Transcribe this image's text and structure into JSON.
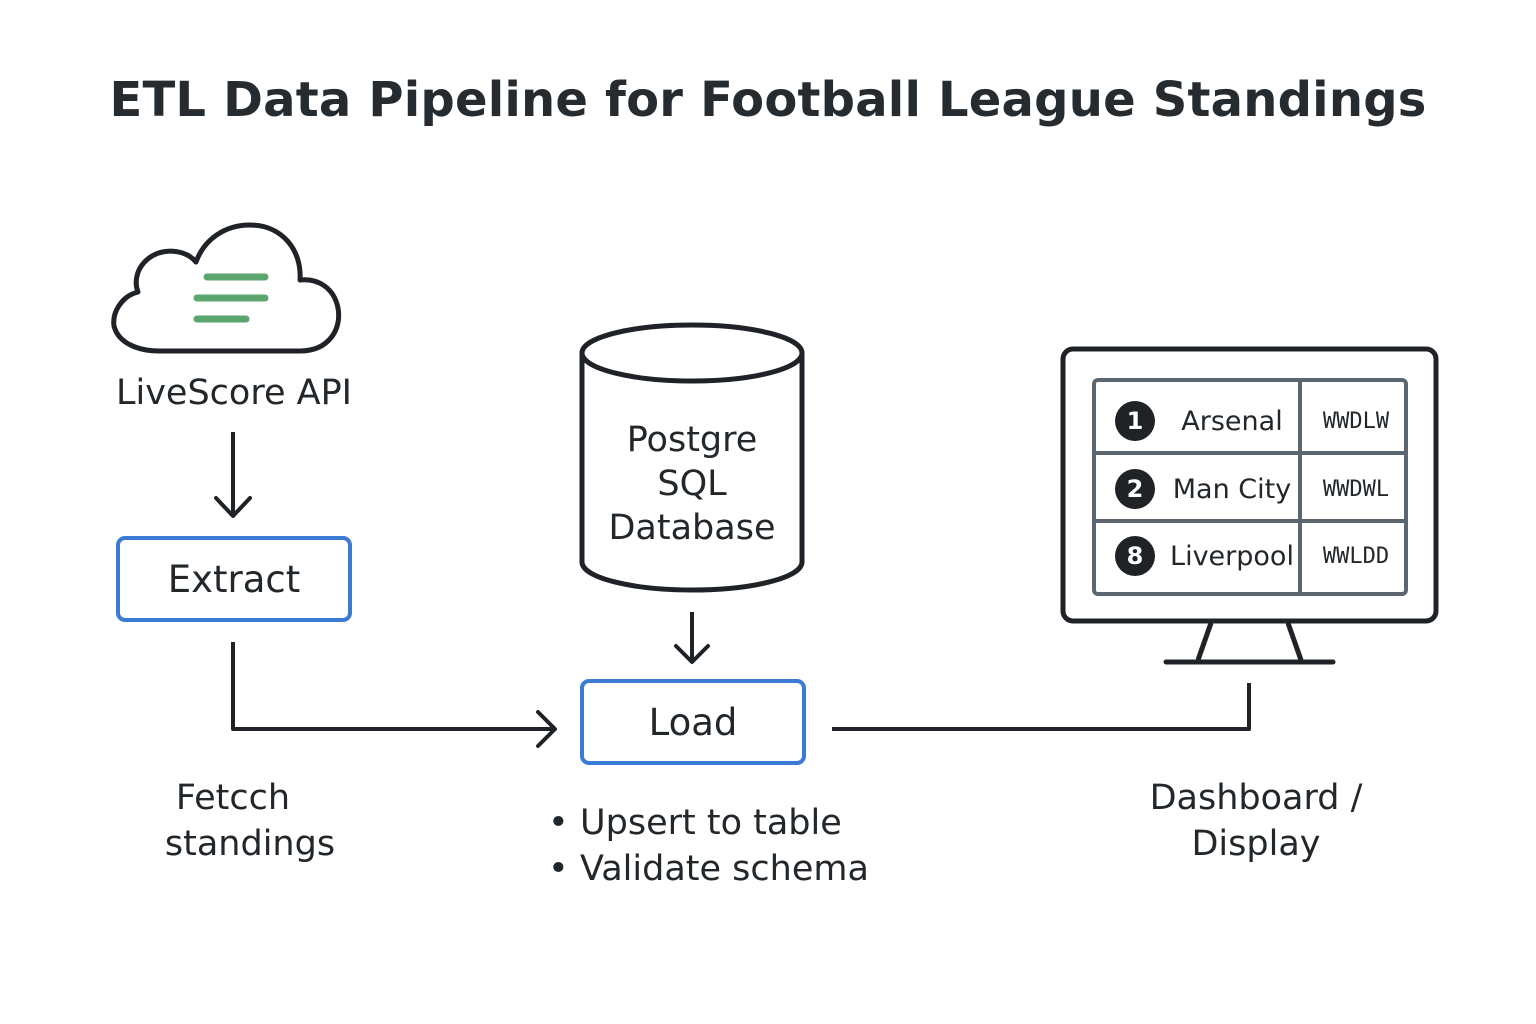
{
  "title": "ETL Data Pipeline for Football League Standings",
  "source": {
    "label": "LiveScore API",
    "icon": "cloud-api-icon"
  },
  "extract": {
    "label": "Extract",
    "caption_line1": "Fetcch",
    "caption_line2": "standings"
  },
  "database": {
    "line1": "Postgre",
    "line2": "SQL",
    "line3": "Database",
    "icon": "database-cylinder-icon"
  },
  "load": {
    "label": "Load",
    "bullets": [
      "Upsert to table",
      "Validate schema"
    ]
  },
  "dashboard": {
    "caption_line1": "Dashboard /",
    "caption_line2": "Display",
    "icon": "monitor-icon",
    "standings": [
      {
        "rank": "1",
        "team": "Arsenal",
        "form": "WWDLW"
      },
      {
        "rank": "2",
        "team": "Man City",
        "form": "WWDWL"
      },
      {
        "rank": "8",
        "team": "Liverpool",
        "form": "WWLDD"
      }
    ]
  },
  "colors": {
    "accent": "#3b7bd4",
    "cloud_lines": "#5aa66e",
    "stroke": "#1f2328",
    "table_border": "#5b6670"
  }
}
